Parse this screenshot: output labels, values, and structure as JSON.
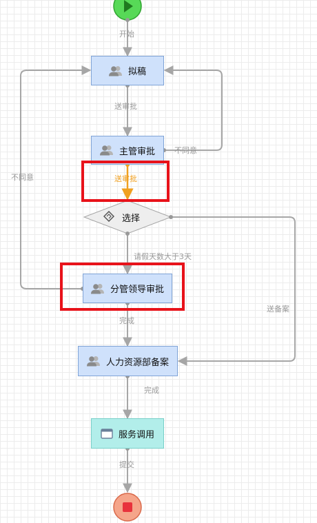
{
  "nodes": {
    "draft": "拟稿",
    "supervisor": "主管审批",
    "choice": "选择",
    "dept_leader": "分管领导审批",
    "hr_record": "人力资源部备案",
    "service_call": "服务调用"
  },
  "edges": {
    "start": "开始",
    "send_approval_1": "送审批",
    "disagree_right": "不同意",
    "send_approval_2": "送审批",
    "disagree_left": "不同意",
    "leave_over_3": "请假天数大于3天",
    "send_record": "送备案",
    "done_1": "完成",
    "done_2": "完成",
    "submit": "提交"
  },
  "colors": {
    "task_fill": "#cfe1fb",
    "service_fill": "#b2eeea",
    "edge": "#a6a6a6",
    "active_edge": "#f0a020",
    "highlight": "#e8121a",
    "start_fill": "#57d957",
    "end_fill": "#f5a58a"
  },
  "icons": {
    "task": "user-group-icon",
    "gateway": "gateway-icon",
    "service": "window-icon",
    "start": "play-icon",
    "end": "stop-icon"
  }
}
